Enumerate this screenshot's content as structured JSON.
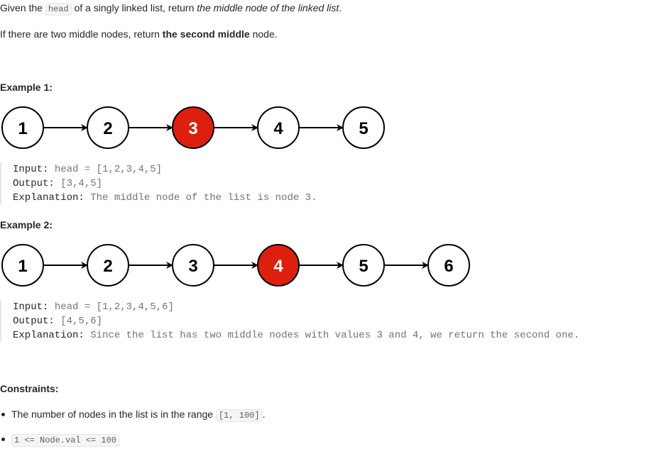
{
  "description": {
    "p1_part1": "Given the ",
    "p1_code": "head",
    "p1_part2": " of a singly linked list, return ",
    "p1_em": "the middle node of the linked list",
    "p1_end": ".",
    "p2_part1": "If there are two middle nodes, return ",
    "p2_strong": "the second middle",
    "p2_end": " node."
  },
  "examples": [
    {
      "title": "Example 1:",
      "nodes": [
        "1",
        "2",
        "3",
        "4",
        "5"
      ],
      "highlight_index": 2,
      "input_label": "Input:",
      "input_value": " head = [1,2,3,4,5]",
      "output_label": "Output:",
      "output_value": " [3,4,5]",
      "explanation_label": "Explanation:",
      "explanation_value": " The middle node of the list is node 3."
    },
    {
      "title": "Example 2:",
      "nodes": [
        "1",
        "2",
        "3",
        "4",
        "5",
        "6"
      ],
      "highlight_index": 3,
      "input_label": "Input:",
      "input_value": " head = [1,2,3,4,5,6]",
      "output_label": "Output:",
      "output_value": " [4,5,6]",
      "explanation_label": "Explanation:",
      "explanation_value": " Since the list has two middle nodes with values 3 and 4, we return the second one."
    }
  ],
  "constraints": {
    "title": "Constraints:",
    "c1_text": "The number of nodes in the list is in the range ",
    "c1_code": "[1, 100]",
    "c1_end": ".",
    "c2_code": "1 <= Node.val <= 100"
  },
  "colors": {
    "highlight_node": "#dd1f0f",
    "text": "#262626",
    "code_muted": "#737373"
  }
}
